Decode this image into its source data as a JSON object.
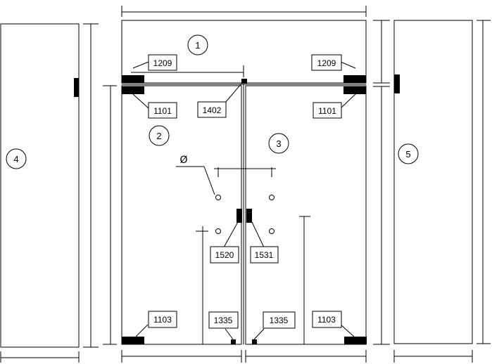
{
  "panels": {
    "top": "1",
    "left_door": "2",
    "right_door": "3",
    "left_side": "4",
    "right_side": "5"
  },
  "parts": {
    "top_hinge_left": "1209",
    "top_hinge_right": "1209",
    "patch_top_left": "1101",
    "patch_top_right": "1101",
    "transom_clamp": "1402",
    "handle_left": "1520",
    "handle_right": "1531",
    "patch_bottom_left": "1103",
    "patch_bottom_right": "1103",
    "floor_lock_left": "1335",
    "floor_lock_right": "1335"
  },
  "symbols": {
    "diameter": "Ø"
  }
}
